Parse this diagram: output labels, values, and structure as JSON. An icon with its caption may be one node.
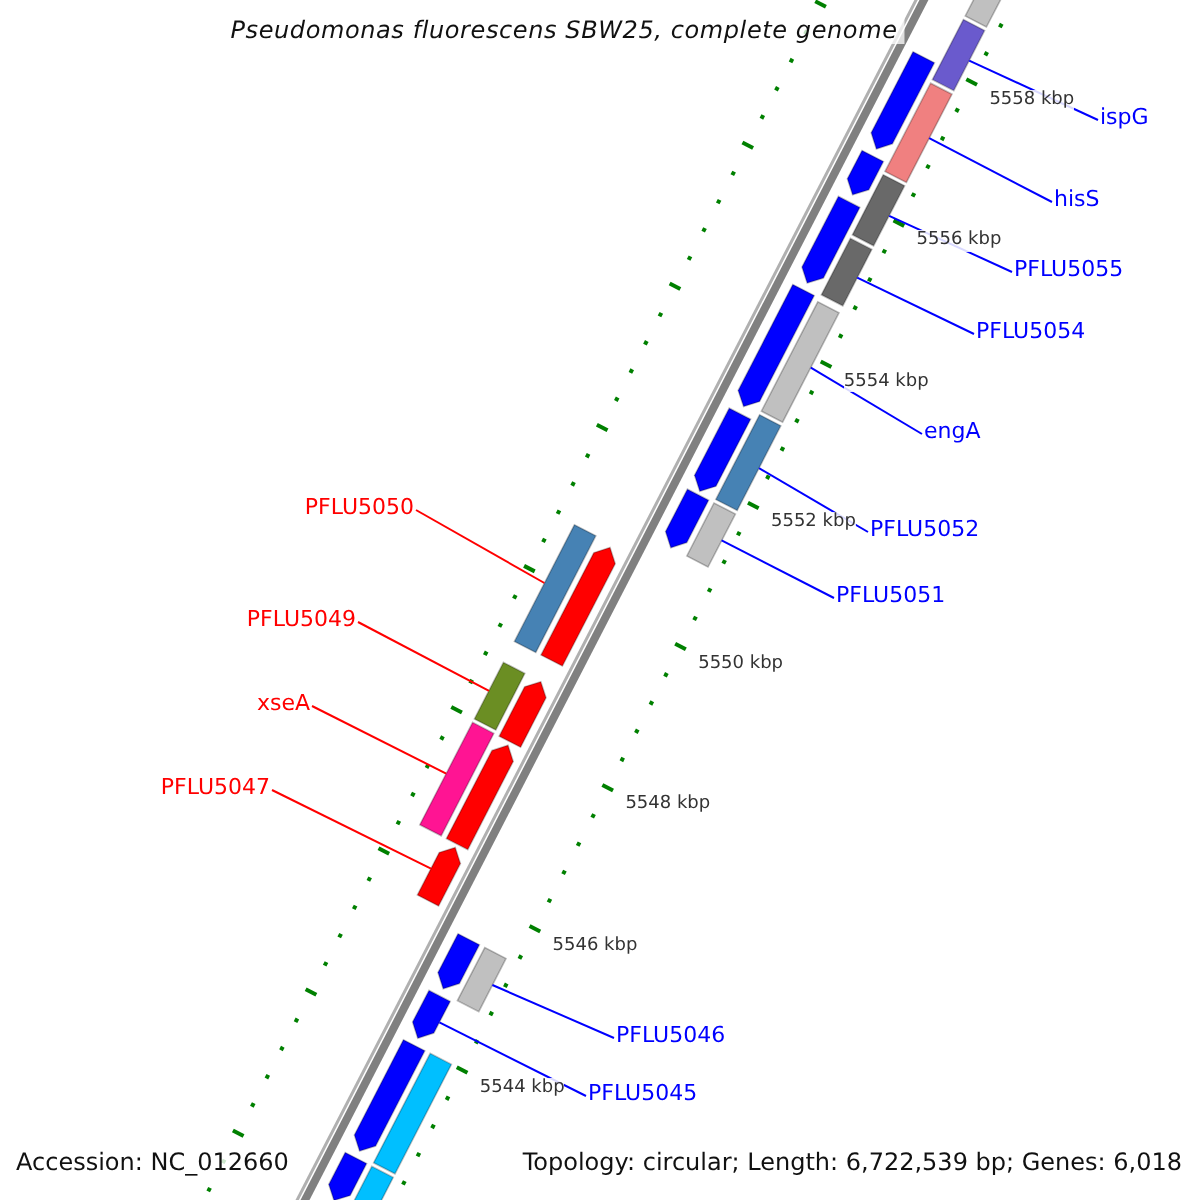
{
  "diagram": {
    "title": "Pseudomonas fluorescens SBW25, complete genome",
    "nodes": [
      {
        "text": [
          "ispG"
        ]
      },
      {
        "text": [
          "hisS"
        ]
      },
      {
        "text": [
          "PFLU5055"
        ]
      },
      {
        "text": [
          "PFLU5054"
        ]
      },
      {
        "text": [
          "engA"
        ]
      },
      {
        "text": [
          "PFLU5050"
        ]
      },
      {
        "text": [
          "PFLU5052"
        ]
      },
      {
        "text": [
          "PFLU5051"
        ]
      },
      {
        "text": [
          "PFLU5049"
        ]
      },
      {
        "text": [
          "xseA"
        ]
      },
      {
        "text": [
          "PFLU5047"
        ]
      },
      {
        "text": [
          "PFLU5046"
        ]
      },
      {
        "text": [
          "PFLU5045"
        ]
      },
      {
        "text": [],
        "shape": "bar"
      },
      {
        "text": [],
        "shape": "bar"
      },
      {
        "text": [],
        "shape": "bar"
      },
      {
        "text": [],
        "shape": "bar"
      },
      {
        "text": [],
        "shape": "bar"
      },
      {
        "text": [],
        "shape": "bar"
      },
      {
        "text": [],
        "shape": "bar"
      },
      {
        "text": [],
        "shape": "bar"
      },
      {
        "text": [],
        "shape": "bar"
      },
      {
        "text": [],
        "shape": "bar"
      },
      {
        "text": [],
        "shape": "arrow"
      },
      {
        "text": [],
        "shape": "bar"
      },
      {
        "text": [],
        "shape": "arrow"
      },
      {
        "text": [],
        "shape": "arrow"
      },
      {
        "text": [],
        "shape": "arrow"
      },
      {
        "text": [],
        "shape": "arrow"
      },
      {
        "text": [],
        "shape": "arrow"
      },
      {
        "text": [],
        "shape": "arrow"
      },
      {
        "text": [],
        "shape": "arrow"
      },
      {
        "text": [],
        "shape": "arrow"
      },
      {
        "text": [],
        "shape": "arrow"
      },
      {
        "text": [],
        "shape": "arrow"
      },
      {
        "text": [],
        "shape": "bar"
      },
      {
        "text": [],
        "shape": "bar"
      },
      {
        "text": [],
        "shape": "bar"
      },
      {
        "text": [],
        "shape": "arrow"
      },
      {
        "text": [],
        "shape": "arrow"
      },
      {
        "text": [],
        "shape": "arrow"
      }
    ],
    "edges": [
      {
        "from": 0,
        "to": 13,
        "arrow": "none"
      },
      {
        "from": 1,
        "to": 14,
        "arrow": "none"
      },
      {
        "from": 2,
        "to": 15,
        "arrow": "none"
      },
      {
        "from": 3,
        "to": 16,
        "arrow": "none"
      },
      {
        "from": 4,
        "to": 17,
        "arrow": "none"
      },
      {
        "from": 5,
        "to": 18,
        "arrow": "none",
        "color": "#ff0000"
      },
      {
        "from": 6,
        "to": 19,
        "arrow": "none"
      },
      {
        "from": 7,
        "to": 20,
        "arrow": "none"
      },
      {
        "from": 8,
        "to": 21,
        "arrow": "none",
        "color": "#ff0000"
      },
      {
        "from": 9,
        "to": 22,
        "arrow": "none",
        "color": "#ff0000"
      },
      {
        "from": 10,
        "to": 23,
        "arrow": "none",
        "color": "#ff0000"
      },
      {
        "from": 11,
        "to": 24,
        "arrow": "none"
      },
      {
        "from": 12,
        "to": 25,
        "arrow": "none"
      }
    ],
    "labels": [
      "5558 kbp",
      "5556 kbp",
      "5554 kbp",
      "5552 kbp",
      "5550 kbp",
      "5548 kbp",
      "5546 kbp",
      "5544 kbp",
      "Accession: NC_012660",
      "Topology: circular; Length: 6,722,539 bp; Genes: 6,018"
    ]
  }
}
